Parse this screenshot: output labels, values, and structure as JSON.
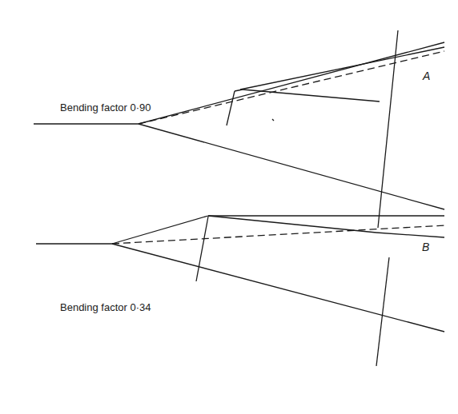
{
  "diagram": {
    "labels": [
      "A",
      "Bending factor 0·90",
      "B",
      "Bending factor 0·34"
    ]
  }
}
